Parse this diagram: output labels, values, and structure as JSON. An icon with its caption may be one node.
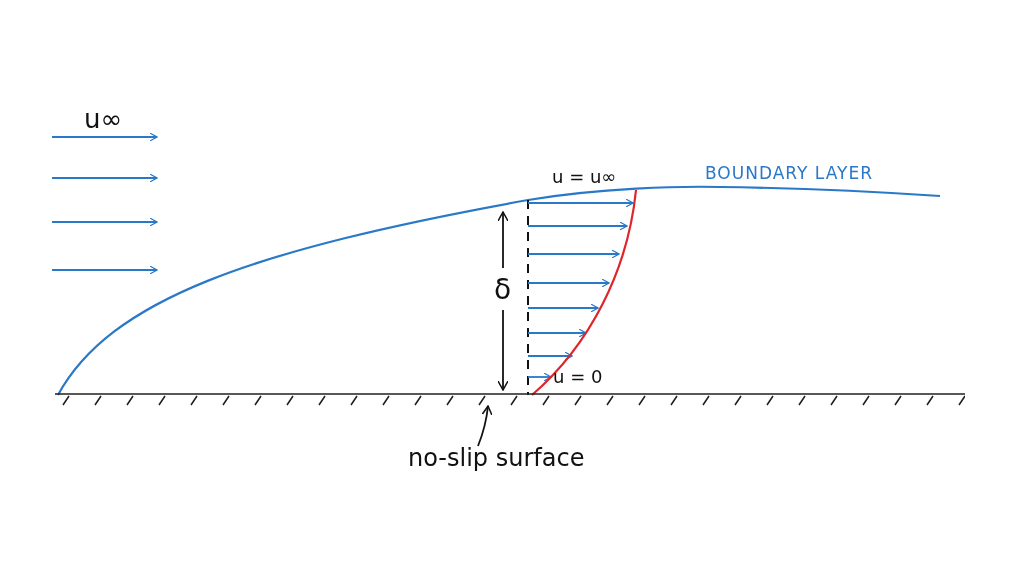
{
  "diagram": {
    "nodes": [
      {
        "text": [],
        "shape": "bar"
      },
      {
        "text": [
          "no-slip surface"
        ]
      }
    ],
    "edges": [
      {
        "from": 1,
        "to": 0,
        "arrow": "to"
      }
    ],
    "labels": [
      "u∞",
      "u = u∞",
      "BOUNDARY LAYER",
      "δ",
      "u = 0"
    ]
  }
}
